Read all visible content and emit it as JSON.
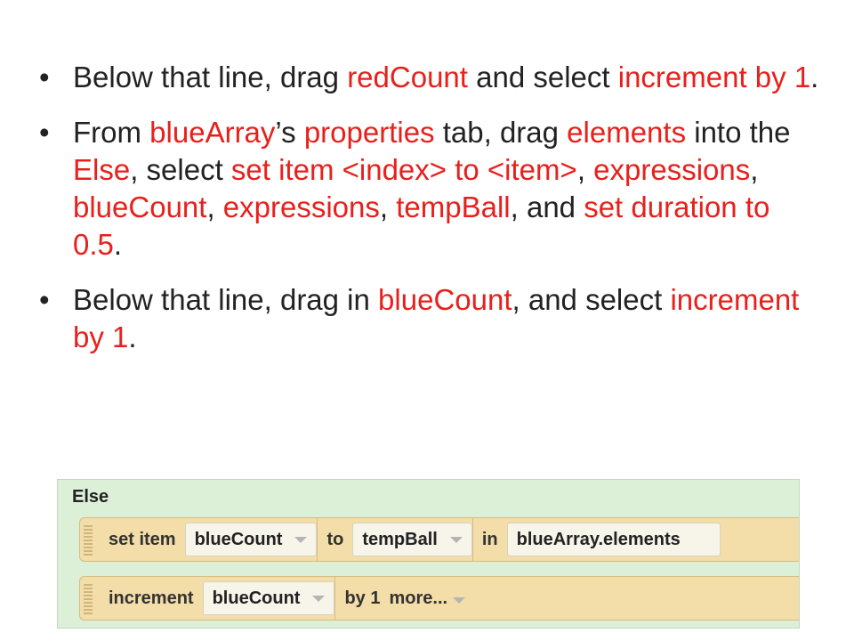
{
  "bullets": [
    {
      "parts": [
        {
          "text": "Below that line, drag ",
          "hl": false
        },
        {
          "text": "redCount",
          "hl": true
        },
        {
          "text": " and select ",
          "hl": false
        },
        {
          "text": "increment by 1",
          "hl": true
        },
        {
          "text": ".",
          "hl": false
        }
      ]
    },
    {
      "parts": [
        {
          "text": "From ",
          "hl": false
        },
        {
          "text": "blueArray",
          "hl": true
        },
        {
          "text": "’s ",
          "hl": false
        },
        {
          "text": "properties",
          "hl": true
        },
        {
          "text": " tab, drag ",
          "hl": false
        },
        {
          "text": "elements",
          "hl": true
        },
        {
          "text": " into the ",
          "hl": false
        },
        {
          "text": "Else",
          "hl": true
        },
        {
          "text": ", select ",
          "hl": false
        },
        {
          "text": "set item <index> to <item>",
          "hl": true
        },
        {
          "text": ", ",
          "hl": false
        },
        {
          "text": "expressions",
          "hl": true
        },
        {
          "text": ", ",
          "hl": false
        },
        {
          "text": "blueCount",
          "hl": true
        },
        {
          "text": ", ",
          "hl": false
        },
        {
          "text": "expressions",
          "hl": true
        },
        {
          "text": ", ",
          "hl": false
        },
        {
          "text": "tempBall",
          "hl": true
        },
        {
          "text": ", and ",
          "hl": false
        },
        {
          "text": "set duration to 0.5",
          "hl": true
        },
        {
          "text": ".",
          "hl": false
        }
      ]
    },
    {
      "parts": [
        {
          "text": "Below that line, drag in ",
          "hl": false
        },
        {
          "text": "blueCount",
          "hl": true
        },
        {
          "text": ", and select ",
          "hl": false
        },
        {
          "text": "increment by 1",
          "hl": true
        },
        {
          "text": ".",
          "hl": false
        }
      ]
    }
  ],
  "blocks": {
    "else_label": "Else",
    "set_item": {
      "set_item_label": "set item",
      "index_value": "blueCount",
      "to_label": "to",
      "item_value": "tempBall",
      "in_label": "in",
      "array_value": "blueArray.elements"
    },
    "increment": {
      "increment_label": "increment",
      "variable_value": "blueCount",
      "by_label": "by 1",
      "more_label": "more..."
    }
  },
  "colors": {
    "highlight": "#e8201c",
    "text": "#222222",
    "else_background": "#dcefd7",
    "block_background": "#f3dda8"
  }
}
